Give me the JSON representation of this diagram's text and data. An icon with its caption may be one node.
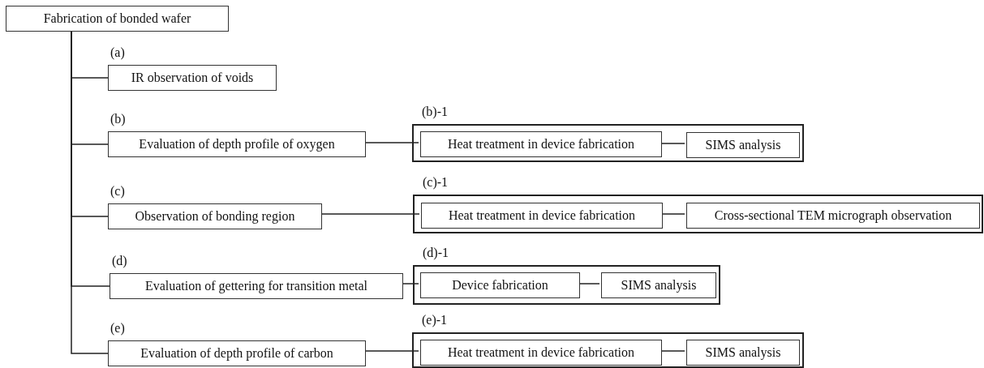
{
  "diagram": {
    "nodes": [
      {
        "text": [
          "Fabrication of bonded wafer"
        ]
      },
      {
        "text": [
          "IR observation of voids"
        ],
        "beside": [
          "(a)"
        ]
      },
      {
        "text": [
          "Evaluation of depth profile of oxygen"
        ],
        "beside": [
          "(b)"
        ]
      },
      {
        "text": [
          "(b)-1"
        ]
      },
      {
        "text": [
          "Heat treatment in device fabrication"
        ],
        "in": 3
      },
      {
        "text": [
          "SIMS analysis"
        ],
        "in": 3
      },
      {
        "text": [
          "Observation of bonding region"
        ],
        "beside": [
          "(c)"
        ]
      },
      {
        "text": [
          "(c)-1"
        ]
      },
      {
        "text": [
          "Heat treatment in device fabrication"
        ],
        "in": 7
      },
      {
        "text": [
          "Cross-sectional TEM micrograph observation"
        ],
        "in": 7
      },
      {
        "text": [
          "Evaluation of gettering for transition metal"
        ],
        "beside": [
          "(d)"
        ]
      },
      {
        "text": [
          "(d)-1"
        ]
      },
      {
        "text": [
          "Device fabrication"
        ],
        "in": 11
      },
      {
        "text": [
          "SIMS analysis"
        ],
        "in": 11
      },
      {
        "text": [
          "Evaluation of depth profile of carbon"
        ],
        "beside": [
          "(e)"
        ]
      },
      {
        "text": [
          "(e)-1"
        ]
      },
      {
        "text": [
          "Heat treatment in device fabrication"
        ],
        "in": 15
      },
      {
        "text": [
          "SIMS analysis"
        ],
        "in": 15
      }
    ],
    "edges": [
      {
        "from": 0,
        "to": 1,
        "arrow": "none"
      },
      {
        "from": 0,
        "to": 2,
        "arrow": "none"
      },
      {
        "from": 0,
        "to": 6,
        "arrow": "none"
      },
      {
        "from": 0,
        "to": 10,
        "arrow": "none"
      },
      {
        "from": 0,
        "to": 14,
        "arrow": "none"
      },
      {
        "from": 2,
        "to": 4,
        "arrow": "none"
      },
      {
        "from": 4,
        "to": 5,
        "arrow": "none"
      },
      {
        "from": 6,
        "to": 8,
        "arrow": "none"
      },
      {
        "from": 8,
        "to": 9,
        "arrow": "none"
      },
      {
        "from": 10,
        "to": 12,
        "arrow": "none"
      },
      {
        "from": 12,
        "to": 13,
        "arrow": "none"
      },
      {
        "from": 14,
        "to": 16,
        "arrow": "none"
      },
      {
        "from": 16,
        "to": 17,
        "arrow": "none"
      }
    ]
  }
}
